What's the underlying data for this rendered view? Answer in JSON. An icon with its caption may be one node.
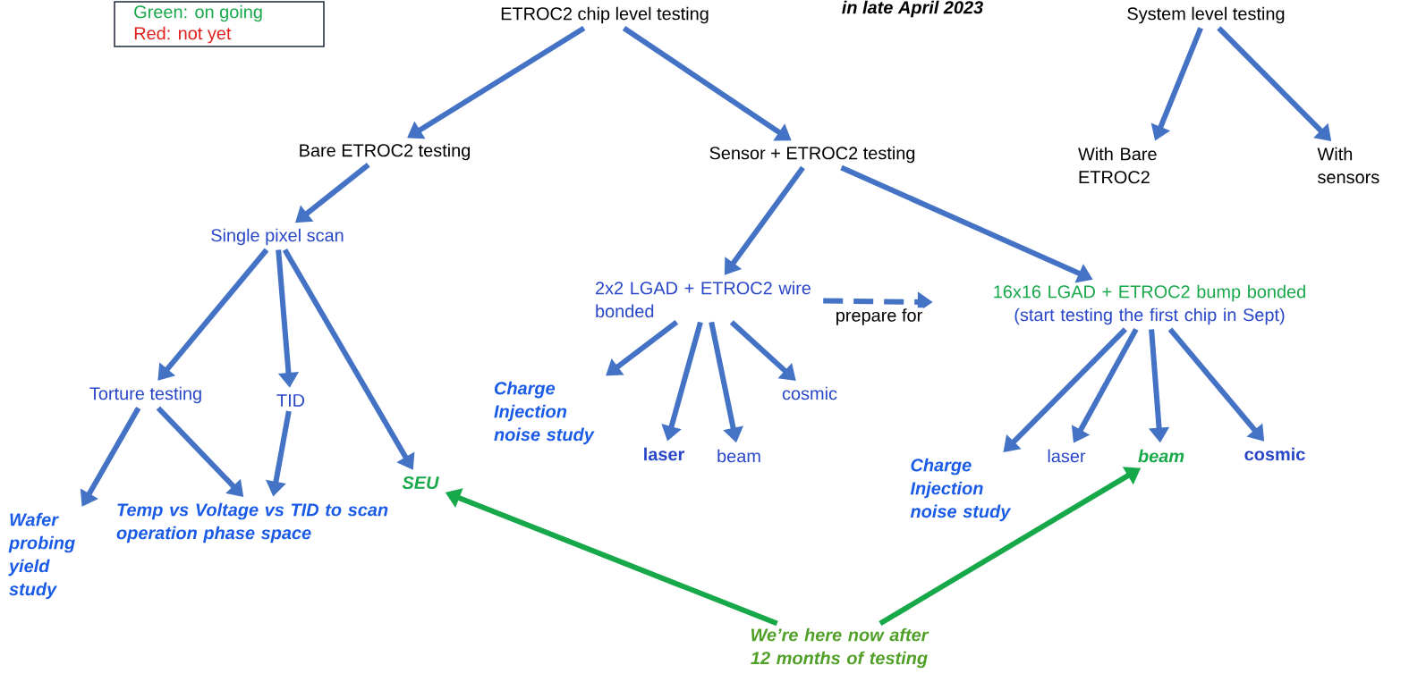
{
  "diagram": {
    "nodes": [
      {
        "text": [
          "ETROC2 chip level testing"
        ]
      },
      {
        "text": [
          "Bare ETROC2 testing"
        ]
      },
      {
        "text": [
          "Sensor + ETROC2 testing"
        ]
      },
      {
        "text": [
          "System level testing"
        ]
      },
      {
        "text": [
          "With Bare ETROC2"
        ]
      },
      {
        "text": [
          "With sensors"
        ]
      },
      {
        "text": [
          "Single pixel scan"
        ]
      },
      {
        "text": [
          "2x2 LGAD + ETROC2 wire bonded"
        ]
      },
      {
        "text": [
          "16x16 LGAD + ETROC2 bump bonded",
          "(start testing the first chip in Sept)"
        ]
      },
      {
        "text": [
          "Torture  testing"
        ]
      },
      {
        "text": [
          "TID"
        ]
      },
      {
        "text": [
          "SEU"
        ]
      },
      {
        "text": [
          "Charge Injection noise study"
        ]
      },
      {
        "text": [
          "laser"
        ]
      },
      {
        "text": [
          "beam"
        ]
      },
      {
        "text": [
          "cosmic"
        ]
      },
      {
        "text": [
          "Charge Injection noise study"
        ]
      },
      {
        "text": [
          "laser"
        ]
      },
      {
        "text": [
          "beam"
        ]
      },
      {
        "text": [
          "cosmic"
        ]
      },
      {
        "text": [
          "Wafer probing yield study"
        ]
      },
      {
        "text": [
          "Temp vs Voltage vs TID to scan operation phase space"
        ]
      },
      {
        "text": [
          "We’re here now after 12 months of testing"
        ]
      }
    ],
    "edges": [
      {
        "from": 0,
        "to": 1,
        "arrow": "to"
      },
      {
        "from": 0,
        "to": 2,
        "arrow": "to"
      },
      {
        "from": 3,
        "to": 4,
        "arrow": "to"
      },
      {
        "from": 3,
        "to": 5,
        "arrow": "to"
      },
      {
        "from": 1,
        "to": 6,
        "arrow": "to"
      },
      {
        "from": 2,
        "to": 7,
        "arrow": "to"
      },
      {
        "from": 2,
        "to": 8,
        "arrow": "to"
      },
      {
        "from": 6,
        "to": 9,
        "arrow": "to"
      },
      {
        "from": 6,
        "to": 10,
        "arrow": "to"
      },
      {
        "from": 6,
        "to": 11,
        "arrow": "to"
      },
      {
        "from": 7,
        "to": 8,
        "arrow": "to",
        "label": "prepare for",
        "style": "dashed"
      },
      {
        "from": 7,
        "to": 12,
        "arrow": "to"
      },
      {
        "from": 7,
        "to": 13,
        "arrow": "to"
      },
      {
        "from": 7,
        "to": 14,
        "arrow": "to"
      },
      {
        "from": 7,
        "to": 15,
        "arrow": "to"
      },
      {
        "from": 8,
        "to": 16,
        "arrow": "to"
      },
      {
        "from": 8,
        "to": 17,
        "arrow": "to"
      },
      {
        "from": 8,
        "to": 18,
        "arrow": "to"
      },
      {
        "from": 8,
        "to": 19,
        "arrow": "to"
      },
      {
        "from": 9,
        "to": 20,
        "arrow": "to"
      },
      {
        "from": 9,
        "to": 21,
        "arrow": "to"
      },
      {
        "from": 10,
        "to": 21,
        "arrow": "to"
      },
      {
        "from": 22,
        "to": 11,
        "arrow": "to",
        "color": "#17a84a"
      },
      {
        "from": 22,
        "to": 18,
        "arrow": "to",
        "color": "#17a84a"
      }
    ],
    "labels": [
      "in late April 2023"
    ],
    "legend": [
      {
        "text": "Green: on going",
        "color": "#17a84a"
      },
      {
        "text": "Red: not yet",
        "color": "#e0201c"
      }
    ]
  }
}
